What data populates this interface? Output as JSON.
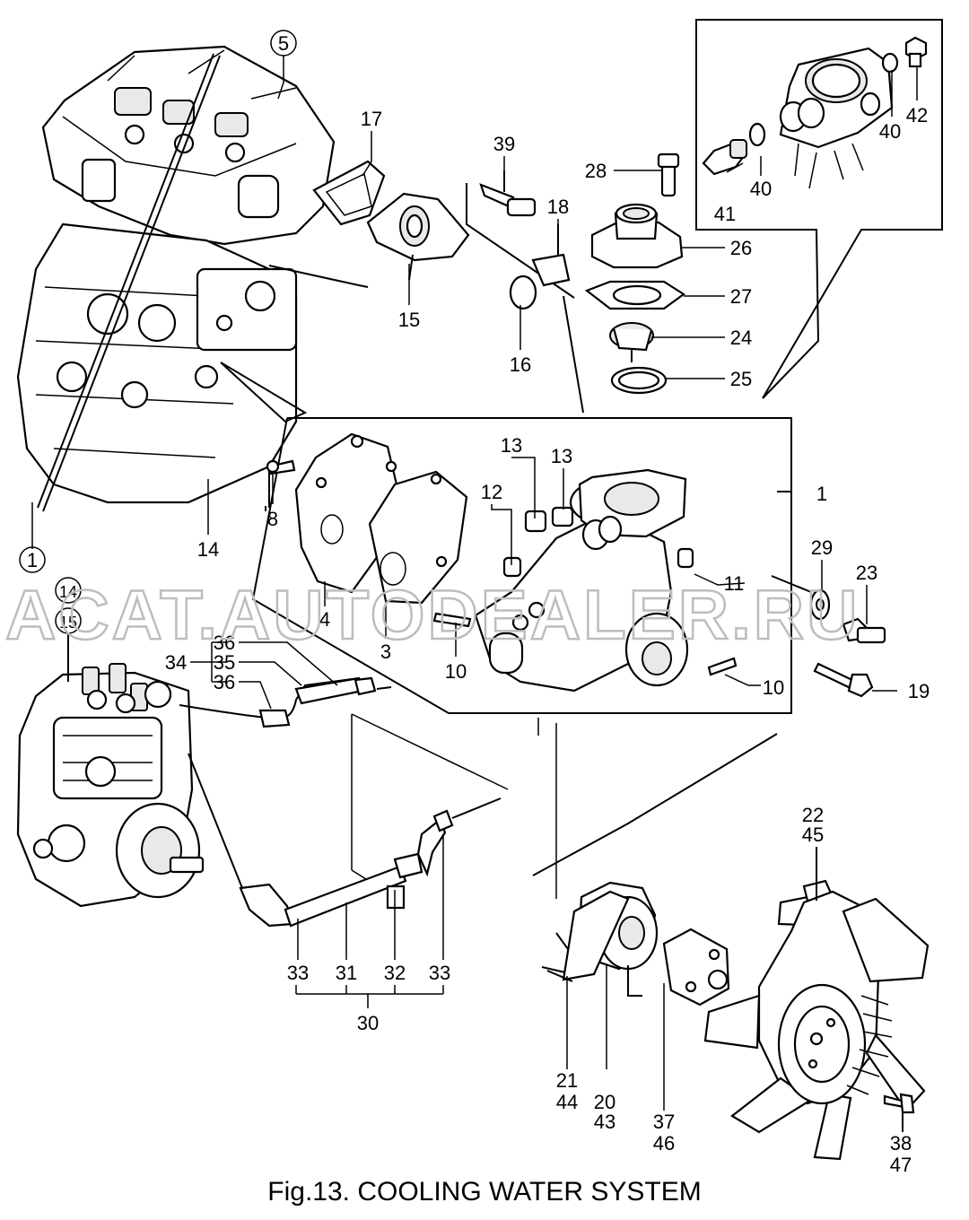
{
  "caption": "Fig.13.  COOLING WATER SYSTEM",
  "watermark": "ACAT.AUTODEALER.RU",
  "labels": {
    "p1": "1",
    "p3": "3",
    "p4": "4",
    "p5": "5",
    "p8": "8",
    "p10a": "10",
    "p10b": "10",
    "p11": "11",
    "p12": "12",
    "p13a": "13",
    "p13b": "13",
    "p14": "14",
    "p15": "15",
    "p16": "16",
    "p17": "17",
    "p18": "18",
    "p19": "19",
    "p20": "20",
    "p21": "21",
    "p22": "22",
    "p23": "23",
    "p24": "24",
    "p25": "25",
    "p26": "26",
    "p27": "27",
    "p28": "28",
    "p29": "29",
    "p30": "30",
    "p31": "31",
    "p32": "32",
    "p33a": "33",
    "p33b": "33",
    "p34": "34",
    "p35": "35",
    "p36a": "36",
    "p36b": "36",
    "p37": "37",
    "p38": "38",
    "p39": "39",
    "p40a": "40",
    "p40b": "40",
    "p41": "41",
    "p42": "42",
    "p43": "43",
    "p44": "44",
    "p45": "45",
    "p46": "46",
    "p47": "47",
    "ref1": "1",
    "ref5": "5",
    "ref14": "14",
    "ref15": "15"
  },
  "colors": {
    "line": "#000000",
    "watermark": "#bdbdbd"
  }
}
